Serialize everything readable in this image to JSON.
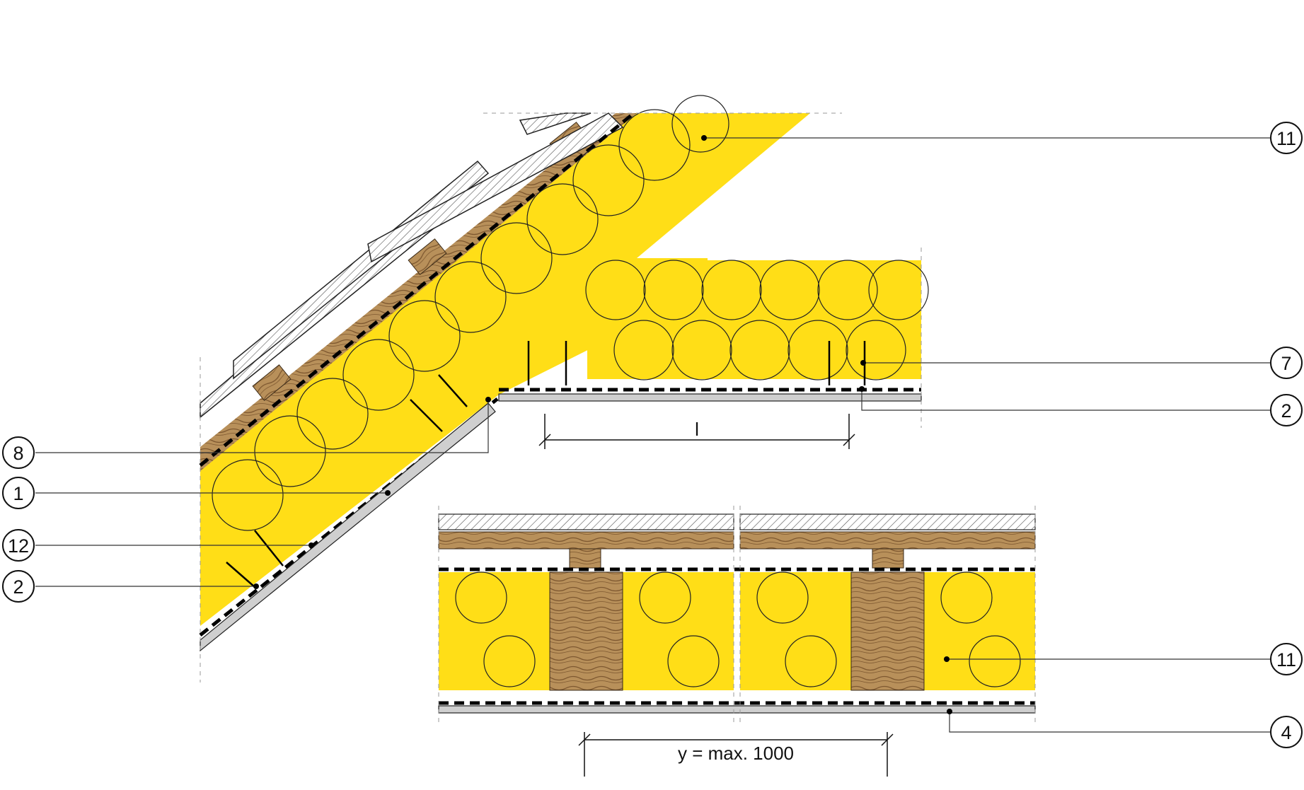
{
  "colors": {
    "insulation": "#FFDE17",
    "timber": "#B8905A",
    "grain": "#8A6238",
    "board": "#CFCFCF",
    "line": "#1A1A1A"
  },
  "callouts": [
    {
      "id": "c11a",
      "label": "11"
    },
    {
      "id": "c7",
      "label": "7"
    },
    {
      "id": "c2a",
      "label": "2"
    },
    {
      "id": "c8",
      "label": "8"
    },
    {
      "id": "c1",
      "label": "1"
    },
    {
      "id": "c12",
      "label": "12"
    },
    {
      "id": "c2b",
      "label": "2"
    },
    {
      "id": "c11b",
      "label": "11"
    },
    {
      "id": "c4",
      "label": "4"
    }
  ],
  "dimensions": {
    "ceiling_spacing": "l",
    "rafter_spacing": "y = max. 1000"
  }
}
